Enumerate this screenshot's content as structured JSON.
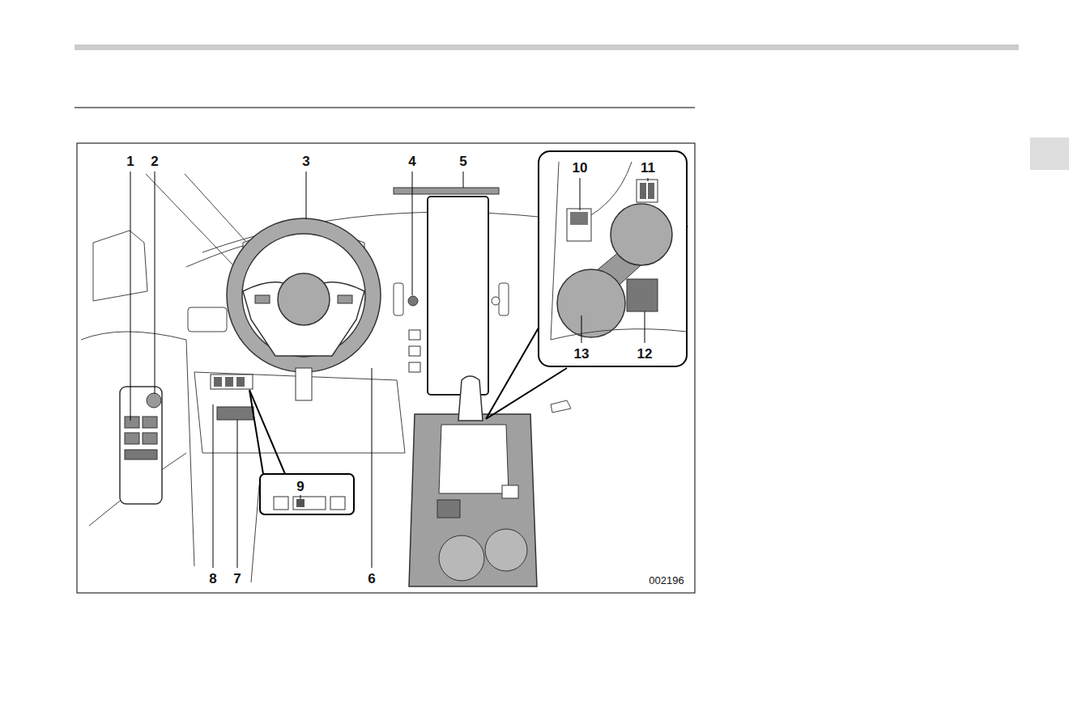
{
  "diagram": {
    "labels": [
      "1",
      "2",
      "3",
      "4",
      "5",
      "10",
      "11",
      "13",
      "12",
      "9",
      "8",
      "7",
      "6",
      "002196"
    ]
  }
}
